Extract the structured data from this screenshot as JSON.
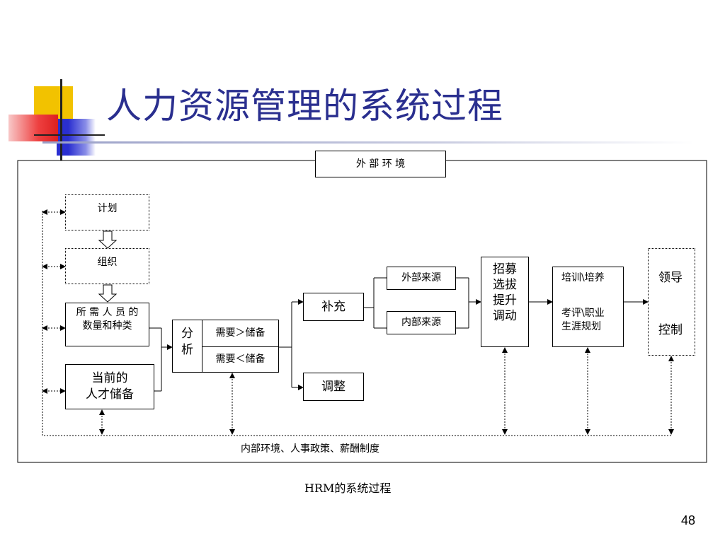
{
  "slide": {
    "title": "人力资源管理的系统过程",
    "caption": "HRM的系统过程",
    "page_number": "48"
  },
  "diagram": {
    "external_env": "外 部 环 境",
    "internal_env": "内部环境、人事政策、薪酬制度",
    "plan": "计划",
    "organize": "组织",
    "required_staff": "所 需 人 员 的\n数量和种类",
    "current_talent": "当前的\n人才储备",
    "analysis": "分\n析",
    "demand_gt": "需要＞储备",
    "demand_lt": "需要＜储备",
    "supplement": "补充",
    "adjust": "调整",
    "external_source": "外部来源",
    "internal_source": "内部来源",
    "recruit": "招募\n选拔\n提升\n调动",
    "training": "培训\\培养",
    "appraisal": "考评\\职业\n生涯规划",
    "leadership": "领导",
    "control": "控制"
  },
  "colors": {
    "title": "#2a2f8f",
    "deco_yellow": "#f2c200",
    "deco_blue": "#2a2fd0",
    "deco_red": "#ee4040"
  }
}
